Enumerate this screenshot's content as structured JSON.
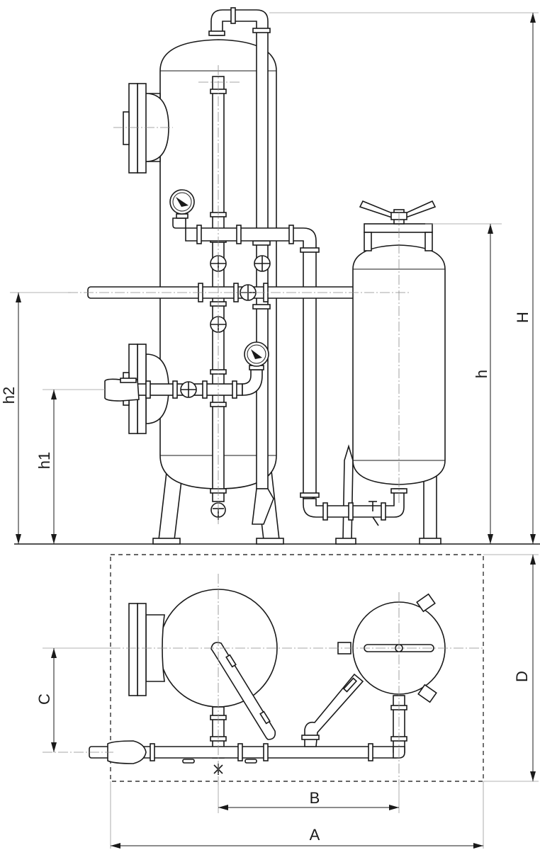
{
  "dimensions": {
    "H": "H",
    "h": "h",
    "h2": "h2",
    "h1": "h1",
    "C": "C",
    "D": "D",
    "B": "B",
    "A": "A"
  },
  "colors": {
    "line": "#1a1a1a",
    "centerline": "#8a8a8a",
    "background": "#ffffff"
  },
  "icons": [
    "pressure-gauge-icon",
    "butterfly-valve-icon",
    "drain-tap-icon"
  ]
}
